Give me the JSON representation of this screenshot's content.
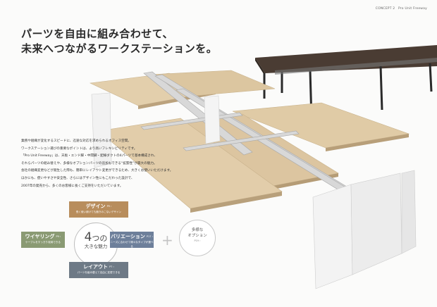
{
  "header": {
    "concept": "CONCEPT 2",
    "product": "Pro Unit Freeway"
  },
  "headline": {
    "line1": "パーツを自由に組み合わせて、",
    "line2": "未来へつながるワークステーションを。"
  },
  "body": {
    "lines": [
      "業務や組織が変化するスピードに、迅速な対応を求められるオフィス空間。",
      "ワークステーション選びの重要なポイントは、より高いフレキシビリティです。",
      "「Pro Unit Freeway」は、天板・エンド脚・中間脚・配線ダクトの4パーツで基本構成され、",
      "それらパーツの組み替えや、多様なオプションパーツの追加もできる“拡張性”が最大の魅力。",
      "会社の組織変更などが発生した際も、簡単にレイアウト変更ができるため、大きくお使いいただけます。",
      "ほかにも、使いやすさや安全性、さらにはデザイン性にもこだわった設計で、",
      "2007年の発売から、多くのお客様に長くご支持をいただいています。"
    ]
  },
  "diagram": {
    "design": {
      "title": "デザイン",
      "page": "P9 ›",
      "desc": "長く使い続けても飽きのこないデザイン"
    },
    "wiring": {
      "title": "ワイヤリング",
      "page": "P9 ›",
      "desc": "ケーブルをすっきり収納できる"
    },
    "variation": {
      "title": "バリエーション",
      "page": "P17 ›",
      "desc": "ニーズに合わせて様々なタイプが選べる"
    },
    "layout": {
      "title": "レイアウト",
      "page": "P7 ›",
      "desc": "パーツを組み替えて自由に変更できる"
    },
    "center": {
      "number": "4",
      "suffix": "つの",
      "text": "大きな魅力"
    },
    "plus": "+",
    "option": {
      "line1": "多様な",
      "line2": "オプション",
      "page": "P19 ›"
    }
  },
  "colors": {
    "design": "#b88d5c",
    "wiring": "#8a9a73",
    "variation": "#6d7f9a",
    "layout": "#6e7a86",
    "wood": "#d9c4a2",
    "dark_top": "#4a3c33"
  }
}
